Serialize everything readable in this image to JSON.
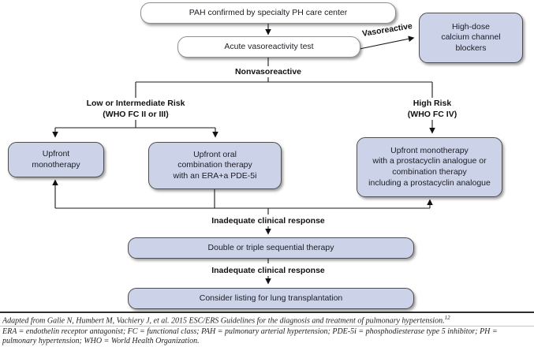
{
  "flowchart": {
    "nodes": {
      "pah_confirmed": "PAH confirmed by specialty PH care center",
      "acute_test": "Acute vasoreactivity test",
      "ccb": "High-dose\ncalcium channel\nblockers",
      "upfront_mono": "Upfront\nmonotherapy",
      "upfront_oral": "Upfront oral\ncombination therapy\nwith an ERA+a PDE-5i",
      "upfront_prostacyclin": "Upfront monotherapy\nwith a prostacyclin analogue or\ncombination therapy\nincluding a prostacyclin analogue",
      "sequential": "Double or triple sequential therapy",
      "transplant": "Consider listing for lung transplantation"
    },
    "edge_labels": {
      "vasoreactive": "Vasoreactive",
      "nonvasoreactive": "Nonvasoreactive",
      "low_risk": "Low or Intermediate Risk\n(WHO FC II or III)",
      "high_risk": "High Risk\n(WHO FC IV)",
      "inadequate_response": "Inadequate clinical response"
    },
    "colors": {
      "node_fill_blue": "#ccd3e8",
      "node_fill_white": "#ffffff",
      "node_border": "#4d4d4d",
      "line": "#1a1a1a"
    }
  },
  "footnote": {
    "source": "Adapted from Galie N, Humbert M, Vachiery J, et al. 2015 ESC/ERS Guidelines for the diagnosis and treatment of pulmonary hypertension.",
    "source_ref": "12",
    "abbreviations": "ERA = endothelin receptor antagonist; FC = functional class; PAH = pulmonary arterial hypertension; PDE-5i = phosphodiesterase type 5 inhibitor; PH = pulmonary hypertension; WHO = World Health Organization."
  }
}
